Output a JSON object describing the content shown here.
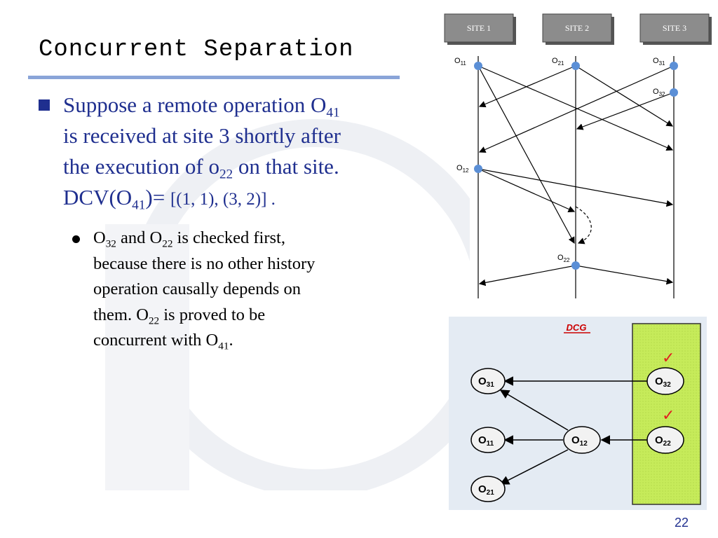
{
  "slide": {
    "title": "Concurrent Separation",
    "page_number": "22"
  },
  "bullet1": {
    "line1_pre": "Suppose a remote operation O",
    "line1_sub": "41",
    "line2": "is received at site 3 shortly after",
    "line3_pre": "the execution of o",
    "line3_sub": "22",
    "line3_post": " on that site.",
    "line4_pre": "DCV(O",
    "line4_sub": "41",
    "line4_mid": ")= ",
    "line4_val": "[(1, 1), (3, 2)] ."
  },
  "bullet2": {
    "l1_a": "O",
    "l1_a_sub": "32",
    "l1_b": " and O",
    "l1_b_sub": "22",
    "l1_c": " is checked first,",
    "l2": "because there is no other history",
    "l3": "operation causally depends on",
    "l4_a": "them. O",
    "l4_a_sub": "22",
    "l4_b": " is proved to be",
    "l5_a": "concurrent with O",
    "l5_a_sub": "41",
    "l5_b": "."
  },
  "diagram": {
    "sites": [
      "SITE 1",
      "SITE 2",
      "SITE 3"
    ],
    "ops": {
      "o11": {
        "base": "O",
        "sub": "11"
      },
      "o21": {
        "base": "O",
        "sub": "21"
      },
      "o31": {
        "base": "O",
        "sub": "31"
      },
      "o32": {
        "base": "O",
        "sub": "32"
      },
      "o12": {
        "base": "O",
        "sub": "12"
      },
      "o22": {
        "base": "O",
        "sub": "22"
      }
    },
    "colors": {
      "site_box": "#8c8c8c",
      "op_dot": "#5b8fd6"
    }
  },
  "dcg": {
    "title": "DCG",
    "nodes": {
      "o31": {
        "base": "O",
        "sub": "31"
      },
      "o11": {
        "base": "O",
        "sub": "11"
      },
      "o21": {
        "base": "O",
        "sub": "21"
      },
      "o12": {
        "base": "O",
        "sub": "12"
      },
      "o32": {
        "base": "O",
        "sub": "32"
      },
      "o22": {
        "base": "O",
        "sub": "22"
      }
    },
    "checks": [
      "✓",
      "✓"
    ],
    "colors": {
      "panel_bg": "#e4ebf3",
      "highlight": "#c6eb5a",
      "check": "#e02020"
    }
  }
}
